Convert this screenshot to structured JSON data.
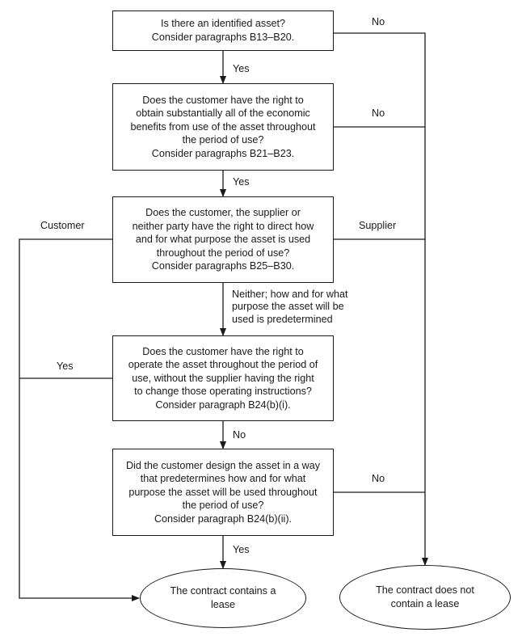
{
  "boxes": {
    "q1": [
      "Is there an identified asset?",
      "Consider paragraphs B13–B20."
    ],
    "q2": [
      "Does the customer have the right to",
      "obtain substantially all of the economic",
      "benefits from use of the asset throughout",
      "the period of use?",
      "Consider paragraphs B21–B23."
    ],
    "q3": [
      "Does the customer, the supplier or",
      "neither party have the right to direct how",
      "and for what purpose the asset is used",
      "throughout the period of use?",
      "Consider paragraphs B25–B30."
    ],
    "q4": [
      "Does the customer have the right to",
      "operate the asset throughout the period of",
      "use, without the supplier having the right",
      "to change those operating instructions?",
      "Consider paragraph B24(b)(i)."
    ],
    "q5": [
      "Did the customer design the asset in a way",
      "that predetermines how and for what",
      "purpose the asset will be used throughout",
      "the period of use?",
      "Consider paragraph B24(b)(ii)."
    ]
  },
  "outcomes": {
    "lease": "The contract contains a lease",
    "no_lease": "The contract does not contain a lease"
  },
  "labels": {
    "q1_no": "No",
    "q1_yes": "Yes",
    "q2_no": "No",
    "q2_yes": "Yes",
    "q3_customer": "Customer",
    "q3_supplier": "Supplier",
    "q3_neither": [
      "Neither; how and for what",
      "purpose the asset will be",
      "used is predetermined"
    ],
    "q4_yes": "Yes",
    "q4_no": "No",
    "q5_no": "No",
    "q5_yes": "Yes"
  }
}
